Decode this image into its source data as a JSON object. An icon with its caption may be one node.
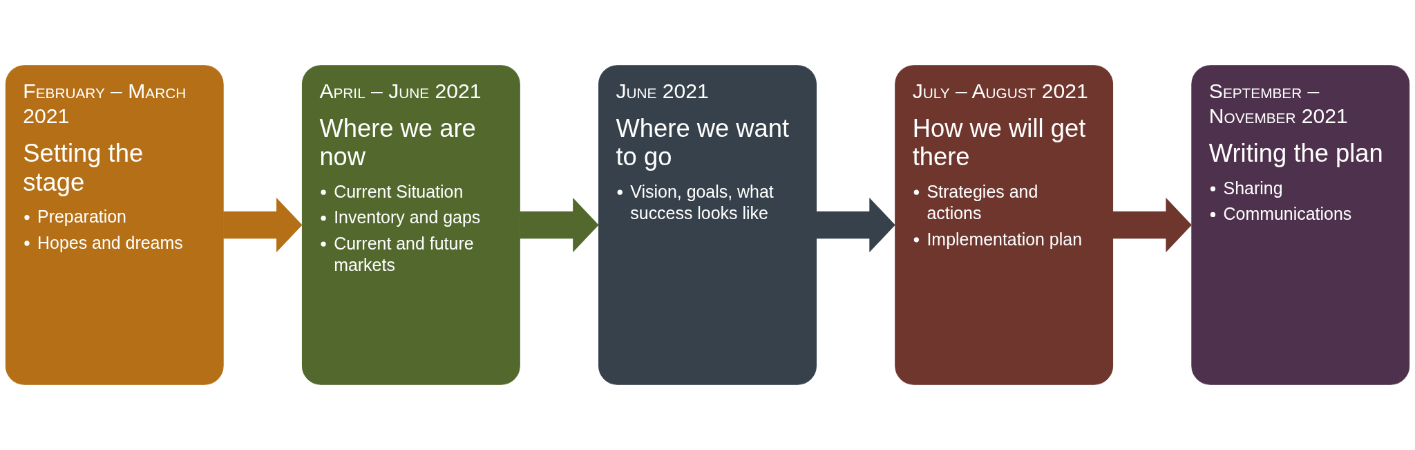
{
  "diagram": {
    "nodes": [
      {
        "text": [
          "February – March 2021",
          "Setting the stage",
          "Preparation",
          "Hopes and dreams"
        ]
      },
      {
        "text": [
          "April – June 2021",
          "Where we are now",
          "Current Situation",
          "Inventory and gaps",
          "Current and future markets"
        ]
      },
      {
        "text": [
          "June 2021",
          "Where we want to go",
          "Vision, goals, what success looks like"
        ]
      },
      {
        "text": [
          "July – August 2021",
          "How we will get there",
          "Strategies and actions",
          "Implementation plan"
        ]
      },
      {
        "text": [
          "September – November 2021",
          "Writing the plan",
          "Sharing",
          "Communications"
        ]
      }
    ],
    "edges": [
      {
        "from": 0,
        "to": 1,
        "arrow": "to",
        "color": "#b46f17"
      },
      {
        "from": 1,
        "to": 2,
        "arrow": "to",
        "color": "#52682d"
      },
      {
        "from": 2,
        "to": 3,
        "arrow": "to",
        "color": "#37414b"
      },
      {
        "from": 3,
        "to": 4,
        "arrow": "to",
        "color": "#6e362d"
      }
    ]
  }
}
